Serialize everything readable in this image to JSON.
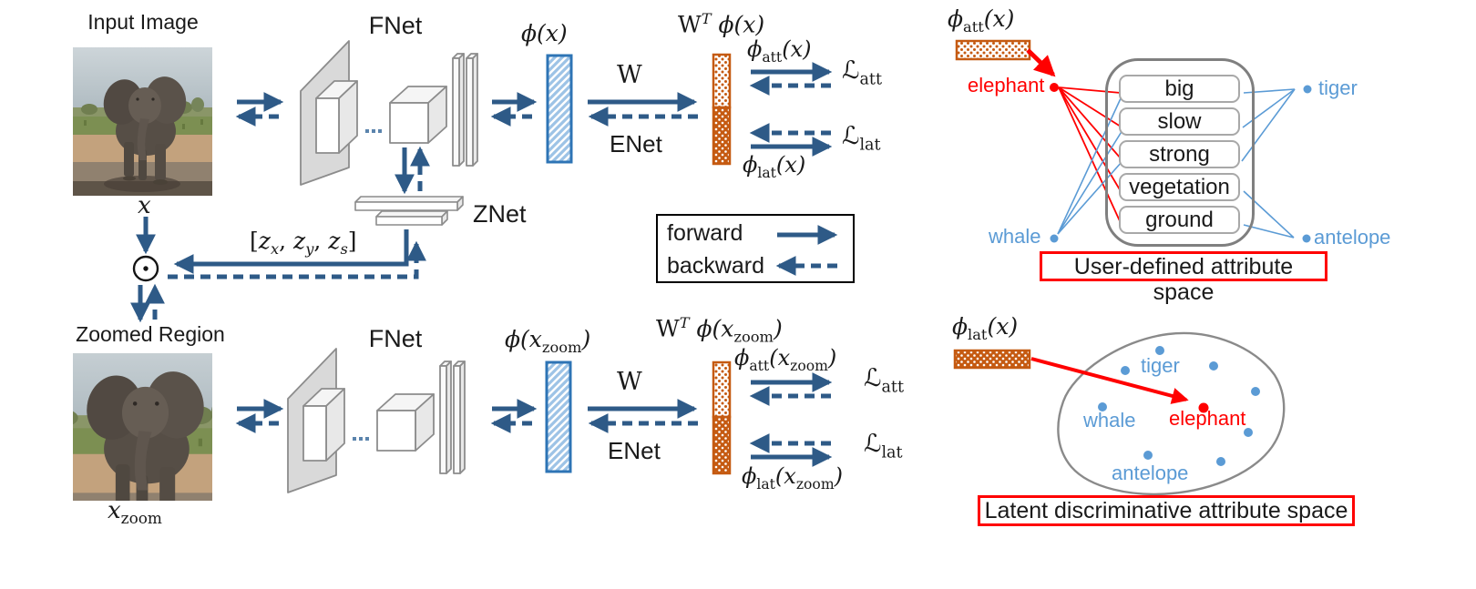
{
  "figure": {
    "description": "Zero-shot learning architecture with zoom network and attribute spaces"
  },
  "colors": {
    "arrow_blue": "#2E5A87",
    "light_blue": "#5B9BD5",
    "hatch_blue": "#9DC3E6",
    "bar_blue_border": "#2E74B5",
    "orange": "#C55A11",
    "red": "#FF0000",
    "shape_gray": "#8C8C8C",
    "text": "#1A1A1A"
  },
  "panel_labels": {
    "input_image": "Input Image",
    "zoomed_region": "Zoomed Region",
    "fnet": "FNet",
    "znet": "ZNet",
    "enet": "ENet"
  },
  "legend": {
    "forward": "forward",
    "backward": "backward"
  },
  "math": {
    "x_label": [
      {
        "t": "x"
      }
    ],
    "x_zoom": [
      {
        "t": "x"
      },
      {
        "t": "zoom",
        "sub": true
      }
    ],
    "phi_x": [
      {
        "t": "ϕ(x)"
      }
    ],
    "phi_x_zoom": [
      {
        "t": "ϕ(x"
      },
      {
        "t": "zoom",
        "sub": true
      },
      {
        "t": ")"
      }
    ],
    "W": [
      {
        "t": "W",
        "up": true
      }
    ],
    "wt_phi_x": [
      {
        "t": "W",
        "up": true
      },
      {
        "t": "T",
        "sup": true
      },
      {
        "t": " ϕ(x)"
      }
    ],
    "wt_phi_x_zoom": [
      {
        "t": "W",
        "up": true
      },
      {
        "t": "T",
        "sup": true
      },
      {
        "t": " ϕ(x"
      },
      {
        "t": "zoom",
        "sub": true
      },
      {
        "t": ")"
      }
    ],
    "phi_att_x": [
      {
        "t": "ϕ"
      },
      {
        "t": "att",
        "sub": true
      },
      {
        "t": "(x)"
      }
    ],
    "phi_lat_x": [
      {
        "t": "ϕ"
      },
      {
        "t": "lat",
        "sub": true
      },
      {
        "t": "(x)"
      }
    ],
    "phi_att_x_zoom": [
      {
        "t": "ϕ"
      },
      {
        "t": "att",
        "sub": true
      },
      {
        "t": "(x"
      },
      {
        "t": "zoom",
        "sub": true
      },
      {
        "t": ")"
      }
    ],
    "phi_lat_x_zoom": [
      {
        "t": "ϕ"
      },
      {
        "t": "lat",
        "sub": true
      },
      {
        "t": "(x"
      },
      {
        "t": "zoom",
        "sub": true
      },
      {
        "t": ")"
      }
    ],
    "L_att": [
      {
        "t": "ℒ"
      },
      {
        "t": "att",
        "sub": true
      }
    ],
    "L_lat": [
      {
        "t": "ℒ"
      },
      {
        "t": "lat",
        "sub": true
      }
    ],
    "z_vec": [
      {
        "t": "[",
        "up": true
      },
      {
        "t": "z"
      },
      {
        "t": "x",
        "sub": true,
        "i": true
      },
      {
        "t": ", ",
        "up": true
      },
      {
        "t": "z"
      },
      {
        "t": "y",
        "sub": true,
        "i": true
      },
      {
        "t": ", ",
        "up": true
      },
      {
        "t": "z"
      },
      {
        "t": "s",
        "sub": true,
        "i": true
      },
      {
        "t": "]",
        "up": true
      }
    ]
  },
  "attribute_space": {
    "title": "User-defined attribute space",
    "attributes": [
      "big",
      "slow",
      "strong",
      "vegetation",
      "ground"
    ],
    "animals": {
      "elephant": "elephant",
      "whale": "whale",
      "tiger": "tiger",
      "antelope": "antelope"
    }
  },
  "latent_space": {
    "title": "Latent discriminative attribute space",
    "points": {
      "tiger": "tiger",
      "whale": "whale",
      "elephant": "elephant",
      "antelope": "antelope"
    }
  }
}
